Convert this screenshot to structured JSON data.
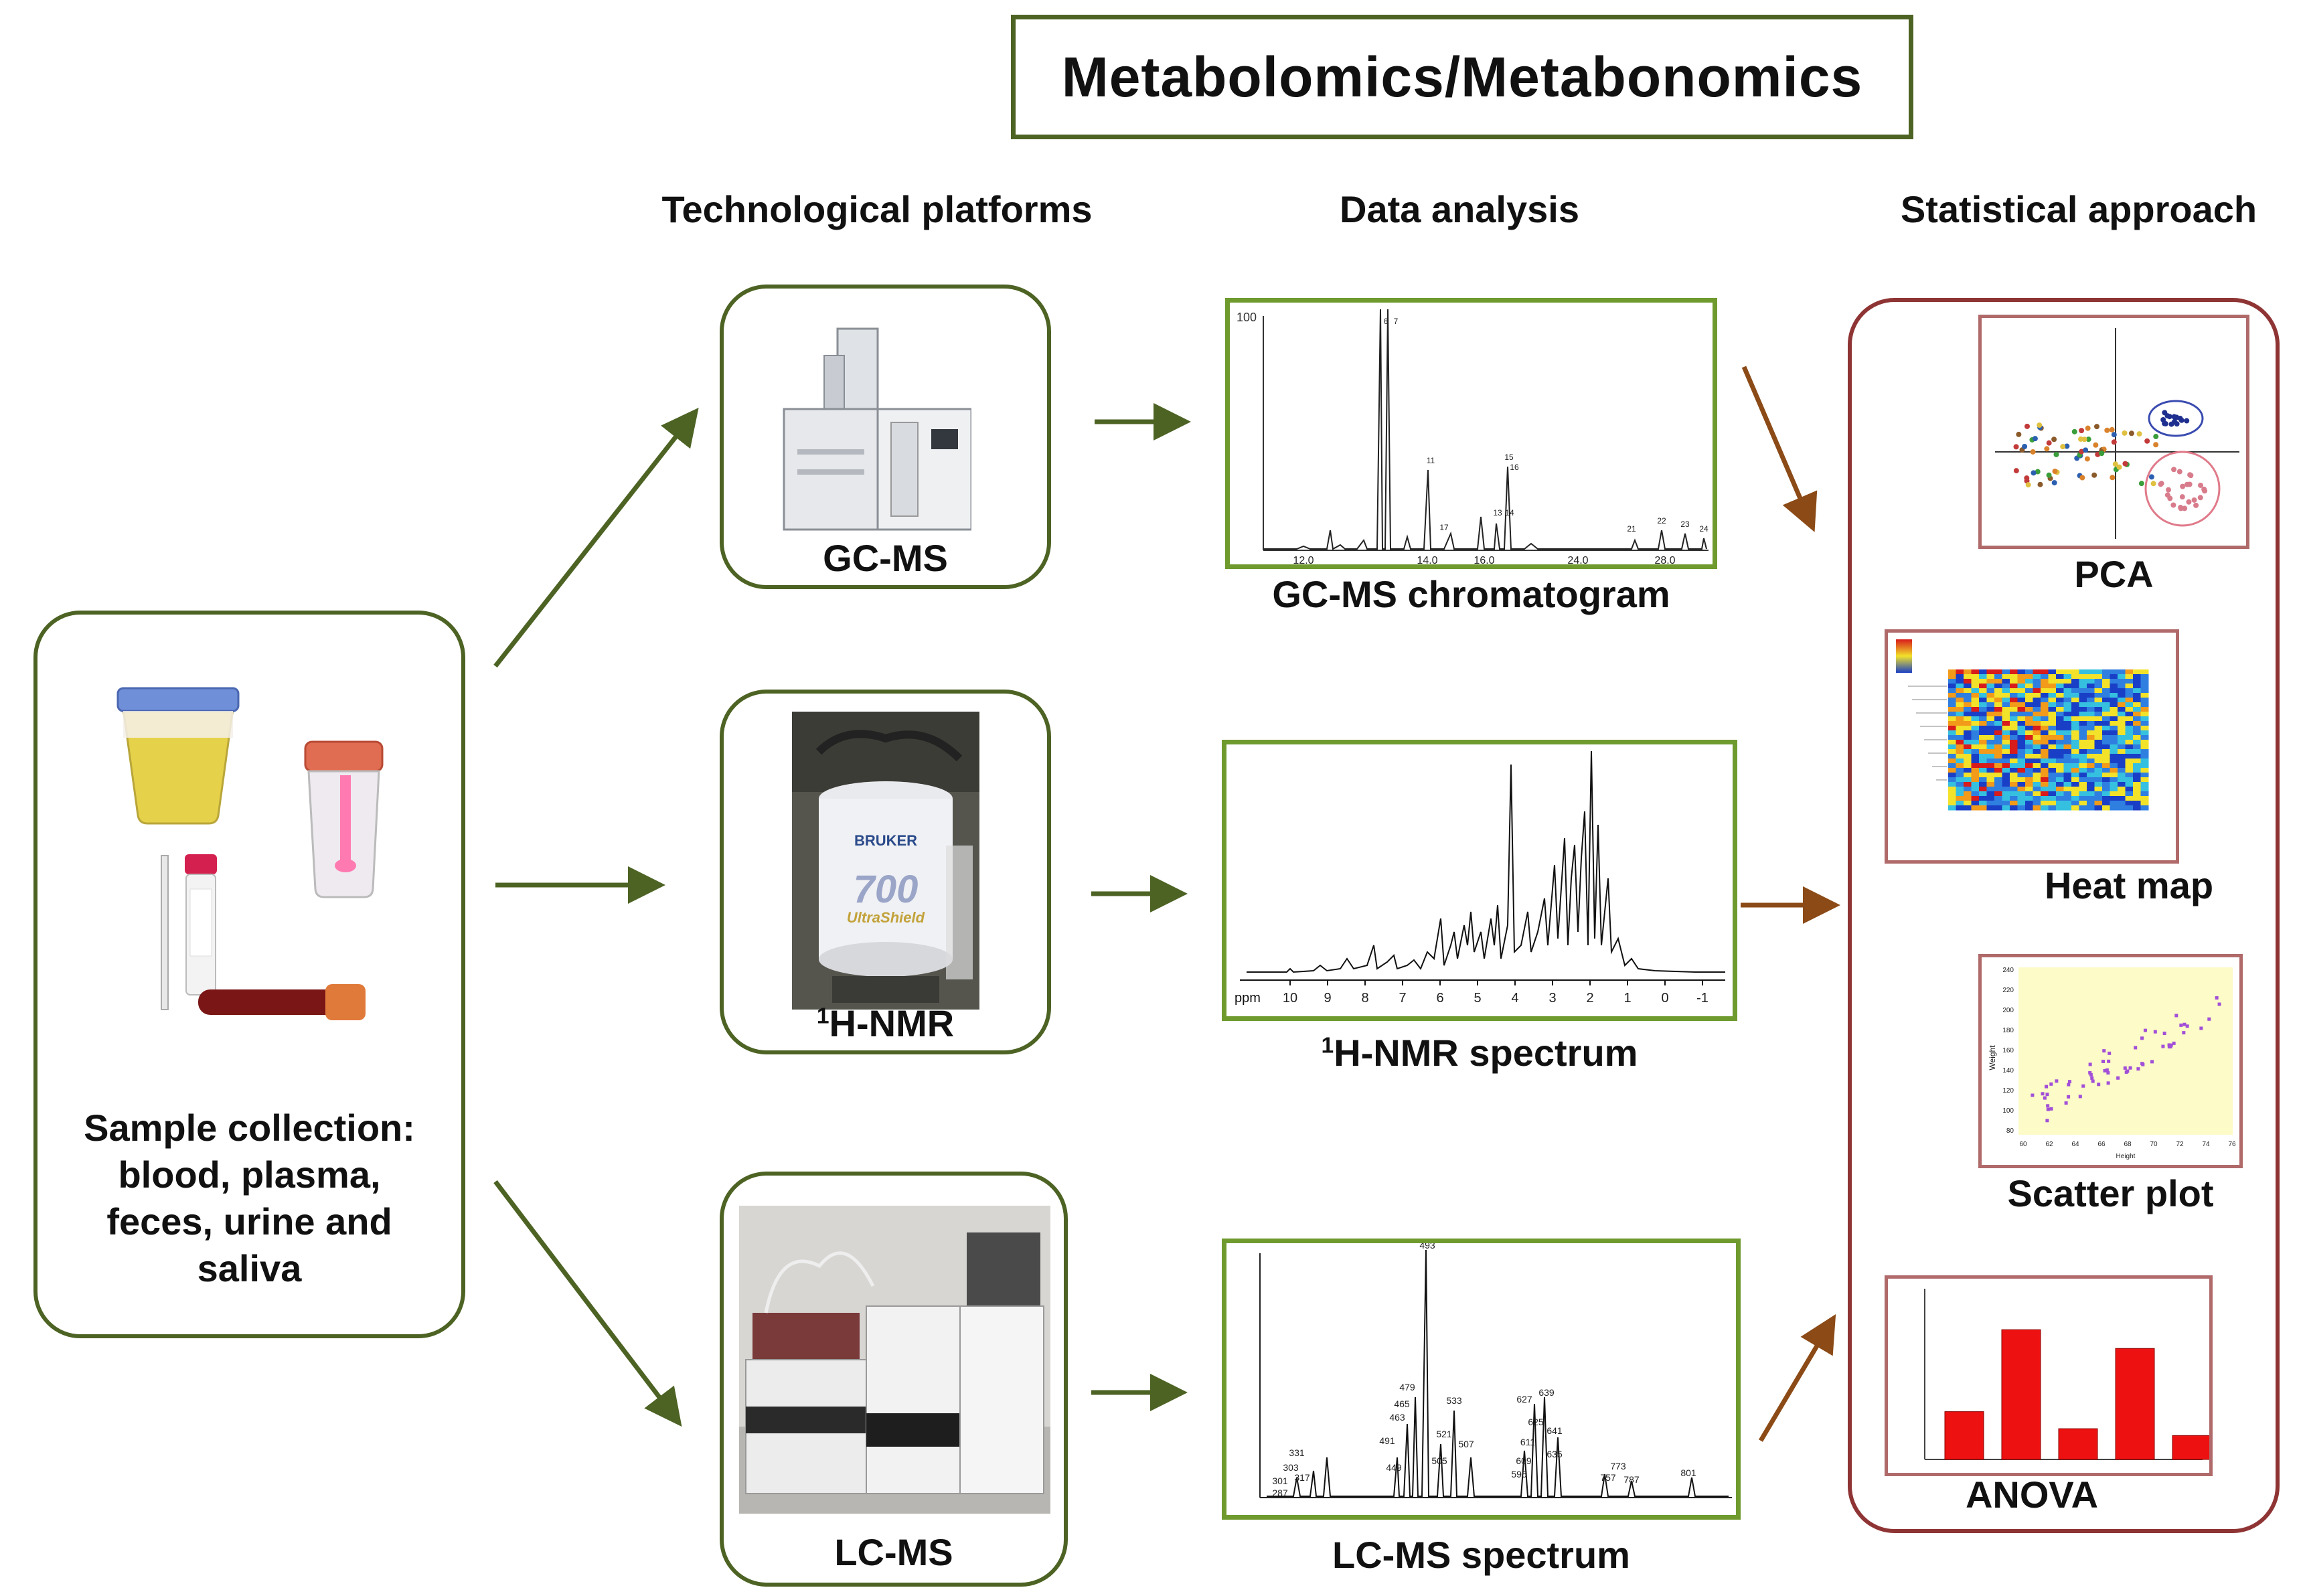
{
  "title": "Metabolomics/Metabonomics",
  "columns": {
    "platforms": "Technological platforms",
    "analysis": "Data analysis",
    "statistics": "Statistical approach"
  },
  "sample": {
    "label_line1": "Sample collection:",
    "label_line2": "blood, plasma,",
    "label_line3": "feces, urine and",
    "label_line4": "saliva"
  },
  "platforms": {
    "gcms": "GC-MS",
    "nmr_sup": "1",
    "nmr": "H-NMR",
    "lcms": "LC-MS"
  },
  "analysis": {
    "gcms": "GC-MS chromatogram",
    "nmr_sup": "1",
    "nmr": "H-NMR spectrum",
    "lcms": "LC-MS spectrum"
  },
  "gcms_chart": {
    "y_top": "100",
    "x_ticks": [
      "12.0",
      "14.0",
      "16.0",
      "24.0",
      "28.0"
    ],
    "peak_labels": [
      "6",
      "7",
      "11",
      "15",
      "16",
      "13",
      "14",
      "17",
      "21",
      "22",
      "23",
      "24"
    ]
  },
  "nmr_chart": {
    "ppm_label": "ppm",
    "x_ticks": [
      "10",
      "9",
      "8",
      "7",
      "6",
      "5",
      "4",
      "3",
      "2",
      "1",
      "0",
      "-1"
    ],
    "instrument_brand": "BRUKER",
    "instrument_model": "700",
    "instrument_sub": "UltraShield"
  },
  "lcms_chart": {
    "peak_labels": [
      "493",
      "479",
      "465",
      "463",
      "491",
      "449",
      "533",
      "521",
      "505",
      "507",
      "627",
      "639",
      "625",
      "641",
      "611",
      "609",
      "635",
      "595",
      "773",
      "757",
      "787",
      "801",
      "331",
      "303",
      "301",
      "317",
      "287"
    ]
  },
  "statistics": {
    "pca": "PCA",
    "heatmap": "Heat map",
    "scatter": "Scatter plot",
    "anova": "ANOVA"
  },
  "scatter_chart": {
    "y_ticks": [
      "240",
      "220",
      "200",
      "180",
      "160",
      "140",
      "120",
      "100",
      "80"
    ],
    "x_ticks": [
      "60",
      "62",
      "64",
      "66",
      "68",
      "70",
      "72",
      "74",
      "76"
    ],
    "ylabel": "Weight",
    "xlabel": "Height"
  },
  "anova_chart": {
    "values": [
      0.28,
      0.76,
      0.18,
      0.65,
      0.14
    ]
  },
  "colors": {
    "green_border": "#4d6324",
    "chart_frame": "#6f9a2e",
    "red_border": "#8f3434",
    "brown_arrow": "#8b4a16",
    "anova_bar": "#ee1111"
  }
}
